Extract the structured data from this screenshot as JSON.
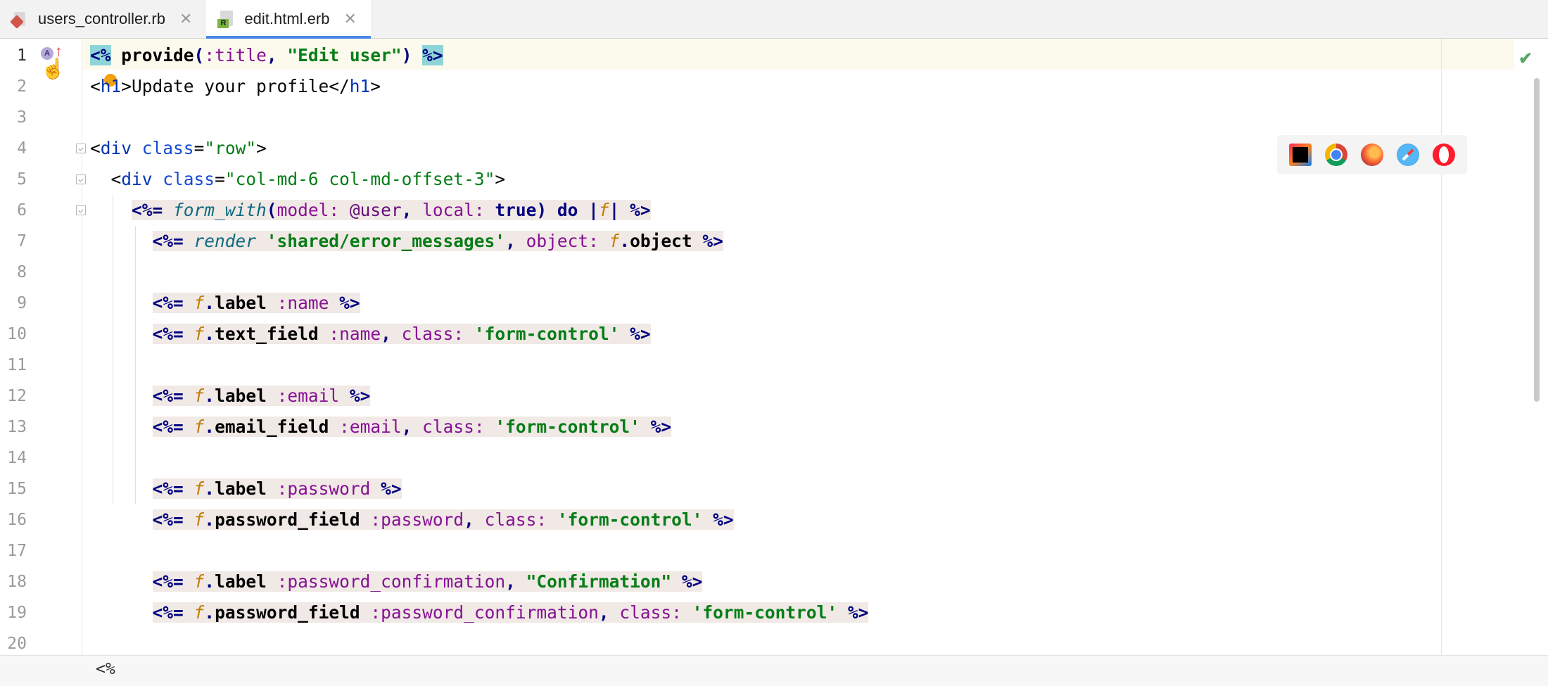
{
  "tabs": [
    {
      "label": "users_controller.rb",
      "icon": "ruby-file-icon",
      "active": false
    },
    {
      "label": "edit.html.erb",
      "icon": "erb-file-icon",
      "active": true
    }
  ],
  "editor": {
    "line_numbers": [
      "1",
      "2",
      "3",
      "4",
      "5",
      "6",
      "7",
      "8",
      "9",
      "10",
      "11",
      "12",
      "13",
      "14",
      "15",
      "16",
      "17",
      "18",
      "19",
      "20"
    ],
    "lines": [
      [
        [
          "delim-hl",
          "<%"
        ],
        [
          "",
          " "
        ],
        [
          "meth",
          "provide"
        ],
        [
          "kw",
          "("
        ],
        [
          "sym",
          ":title"
        ],
        [
          "kw",
          ", "
        ],
        [
          "str",
          "\"Edit user\""
        ],
        [
          "kw",
          ")"
        ],
        [
          "",
          " "
        ],
        [
          "delim-hl",
          "%>"
        ]
      ],
      [
        [
          "tag",
          "<"
        ],
        [
          "tagname",
          "h1"
        ],
        [
          "tag",
          ">Update your profile</"
        ],
        [
          "tagname",
          "h1"
        ],
        [
          "tag",
          ">"
        ]
      ],
      [],
      [
        [
          "tag",
          "<"
        ],
        [
          "tagname",
          "div"
        ],
        [
          "tag",
          " "
        ],
        [
          "attr",
          "class"
        ],
        [
          "tag",
          "="
        ],
        [
          "attrval",
          "\"row\""
        ],
        [
          "tag",
          ">"
        ]
      ],
      [
        [
          "tag",
          "  <"
        ],
        [
          "tagname",
          "div"
        ],
        [
          "tag",
          " "
        ],
        [
          "attr",
          "class"
        ],
        [
          "tag",
          "="
        ],
        [
          "attrval",
          "\"col-md-6 col-md-offset-3\""
        ],
        [
          "tag",
          ">"
        ]
      ],
      [
        [
          "",
          "    "
        ],
        [
          "delim",
          "<%= "
        ],
        [
          "ital",
          "form_with"
        ],
        [
          "kw",
          "("
        ],
        [
          "sym",
          "model: "
        ],
        [
          "ivar",
          "@user"
        ],
        [
          "kw",
          ", "
        ],
        [
          "sym",
          "local: "
        ],
        [
          "kw",
          "true) do |"
        ],
        [
          "blockvar",
          "f"
        ],
        [
          "kw",
          "| "
        ],
        [
          "delim",
          "%>"
        ]
      ],
      [
        [
          "",
          "      "
        ],
        [
          "delim",
          "<%= "
        ],
        [
          "ital",
          "render "
        ],
        [
          "str",
          "'shared/error_messages'"
        ],
        [
          "kw",
          ", "
        ],
        [
          "sym",
          "object: "
        ],
        [
          "blockvar",
          "f"
        ],
        [
          "kw",
          "."
        ],
        [
          "meth",
          "object "
        ],
        [
          "delim",
          "%>"
        ]
      ],
      [],
      [
        [
          "",
          "      "
        ],
        [
          "delim",
          "<%= "
        ],
        [
          "blockvar",
          "f"
        ],
        [
          "kw",
          "."
        ],
        [
          "meth",
          "label "
        ],
        [
          "sym",
          ":name "
        ],
        [
          "delim",
          "%>"
        ]
      ],
      [
        [
          "",
          "      "
        ],
        [
          "delim",
          "<%= "
        ],
        [
          "blockvar",
          "f"
        ],
        [
          "kw",
          "."
        ],
        [
          "meth",
          "text_field "
        ],
        [
          "sym",
          ":name"
        ],
        [
          "kw",
          ", "
        ],
        [
          "sym",
          "class: "
        ],
        [
          "str",
          "'form-control'"
        ],
        [
          "delim",
          " %>"
        ]
      ],
      [],
      [
        [
          "",
          "      "
        ],
        [
          "delim",
          "<%= "
        ],
        [
          "blockvar",
          "f"
        ],
        [
          "kw",
          "."
        ],
        [
          "meth",
          "label "
        ],
        [
          "sym",
          ":email "
        ],
        [
          "delim",
          "%>"
        ]
      ],
      [
        [
          "",
          "      "
        ],
        [
          "delim",
          "<%= "
        ],
        [
          "blockvar",
          "f"
        ],
        [
          "kw",
          "."
        ],
        [
          "meth",
          "email_field "
        ],
        [
          "sym",
          ":email"
        ],
        [
          "kw",
          ", "
        ],
        [
          "sym",
          "class: "
        ],
        [
          "str",
          "'form-control'"
        ],
        [
          "delim",
          " %>"
        ]
      ],
      [],
      [
        [
          "",
          "      "
        ],
        [
          "delim",
          "<%= "
        ],
        [
          "blockvar",
          "f"
        ],
        [
          "kw",
          "."
        ],
        [
          "meth",
          "label "
        ],
        [
          "sym",
          ":password "
        ],
        [
          "delim",
          "%>"
        ]
      ],
      [
        [
          "",
          "      "
        ],
        [
          "delim",
          "<%= "
        ],
        [
          "blockvar",
          "f"
        ],
        [
          "kw",
          "."
        ],
        [
          "meth",
          "password_field "
        ],
        [
          "sym",
          ":password"
        ],
        [
          "kw",
          ", "
        ],
        [
          "sym",
          "class: "
        ],
        [
          "str",
          "'form-control'"
        ],
        [
          "delim",
          " %>"
        ]
      ],
      [],
      [
        [
          "",
          "      "
        ],
        [
          "delim",
          "<%= "
        ],
        [
          "blockvar",
          "f"
        ],
        [
          "kw",
          "."
        ],
        [
          "meth",
          "label "
        ],
        [
          "sym",
          ":password_confirmation"
        ],
        [
          "kw",
          ", "
        ],
        [
          "str",
          "\"Confirmation\""
        ],
        [
          "delim",
          " %>"
        ]
      ],
      [
        [
          "",
          "      "
        ],
        [
          "delim",
          "<%= "
        ],
        [
          "blockvar",
          "f"
        ],
        [
          "kw",
          "."
        ],
        [
          "meth",
          "password_field "
        ],
        [
          "sym",
          ":password_confirmation"
        ],
        [
          "kw",
          ", "
        ],
        [
          "sym",
          "class: "
        ],
        [
          "str",
          "'form-control'"
        ],
        [
          "delim",
          " %>"
        ]
      ],
      []
    ]
  },
  "browsers": [
    "intellij-icon",
    "chrome-icon",
    "firefox-icon",
    "safari-icon",
    "opera-icon"
  ],
  "gutter_marker": "A",
  "status": {
    "breadcrumb": "<%",
    "inspection": "ok"
  },
  "colors": {
    "accent": "#4a86e8",
    "string": "#067d17",
    "keyword": "#000080",
    "symbol": "#871094"
  }
}
